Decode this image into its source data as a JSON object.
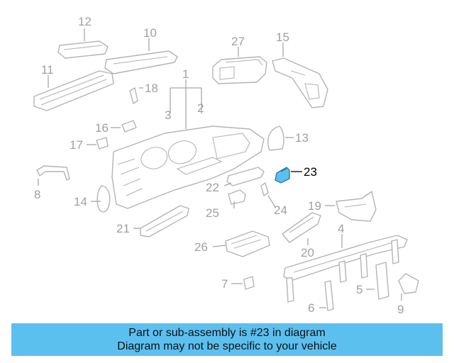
{
  "diagram": {
    "callouts": {
      "c1": "1",
      "c2": "2",
      "c3": "3",
      "c4": "4",
      "c5": "5",
      "c6": "6",
      "c7": "7",
      "c8": "8",
      "c9": "9",
      "c10": "10",
      "c11": "11",
      "c12": "12",
      "c13": "13",
      "c14": "14",
      "c15": "15",
      "c16": "16",
      "c17": "17",
      "c18": "18",
      "c19": "19",
      "c20": "20",
      "c21": "21",
      "c22": "22",
      "c23": "23",
      "c24": "24",
      "c25": "25",
      "c26": "26",
      "c27": "27"
    },
    "highlighted_part": "23",
    "colors": {
      "highlight": "#5cc0ef",
      "line_art": "#b4b4b4",
      "callout_text": "#a0a0a0"
    }
  },
  "banner": {
    "line1": "Part or sub-assembly is #23 in diagram",
    "line2": "Diagram may not be specific to your vehicle",
    "background": "#5cc0ef"
  }
}
